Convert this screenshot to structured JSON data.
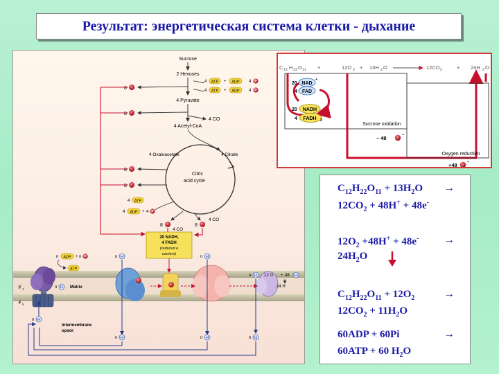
{
  "title": "Результат: энергетическая система клетки - дыхание",
  "left_diagram": {
    "sucrose": "Sucrose",
    "hexoses": "2 Hexoses",
    "pyruvate": "4 Pyruvate",
    "acetyl_coa": "4 Acetyl-CoA",
    "oxaloacetate": "4 Oxaloacetate",
    "citrate": "4 Citrate",
    "cycle_label_1": "Citric",
    "cycle_label_2": "acid cycle",
    "co2_a": "4 CO",
    "co2_b": "4 CO",
    "co2_c": "4 CO",
    "atp_row1_left": "4",
    "atp_row1_right": "4",
    "atp_row2_left": "4",
    "atp_row2_right": "4",
    "atp": "ATP",
    "adp": "ADP",
    "pi": "P",
    "e_count": "8",
    "e_symbol": "e",
    "nadh_box_1": "20 NADH,",
    "nadh_box_2": "4 FADH",
    "nadh_box_3": "(reduced e",
    "nadh_box_4": "carriers)",
    "n_label": "n",
    "h_symbol": "H",
    "f1": "F",
    "f0": "F",
    "matrix": "Matrix",
    "intermembrane_1": "Intermembrane",
    "intermembrane_2": "space",
    "o2_eq": "12 O",
    "h2o_eq": "24 H",
    "h48": "48"
  },
  "right_diagram": {
    "c12": "C",
    "o2": "12O",
    "h2o": "13H",
    "co2": "12CO",
    "h2o_out": "24H",
    "plus": "+",
    "nad_count": "20",
    "nad": "NAD",
    "fad_count": "4",
    "fad": "FAD",
    "nadh_count": "20",
    "nadh": "NADH",
    "fadh_count": "4",
    "fadh": "FADH",
    "sucrose_oxidation": "Sucrose oxidation",
    "e_minus": "– 48",
    "oxygen_reduction": "Oxygen reduction",
    "e_plus": "+48"
  },
  "equations": {
    "eq1_line1": "C12H22O11 + 13H2O",
    "eq1_line2": "12CO2 + 48H+ + 48e-",
    "eq2_line1": "12O2 +48H+ + 48e-",
    "eq2_line2": "24H2O",
    "eq3_line1": "C12H22O11 + 12O2",
    "eq3_line2": "12CO2 + 11H2O",
    "eq4_line1": "60ADP + 60Pi",
    "eq4_line2": "60ATP + 60 H2O",
    "arrow": "→"
  },
  "colors": {
    "title_text": "#1a1aa6",
    "red_border": "#d23a3a",
    "arrow_red": "#c8102e",
    "electron": "#c8283c",
    "atp_yellow": "#f6d63a",
    "membrane": "#b8b49a"
  }
}
